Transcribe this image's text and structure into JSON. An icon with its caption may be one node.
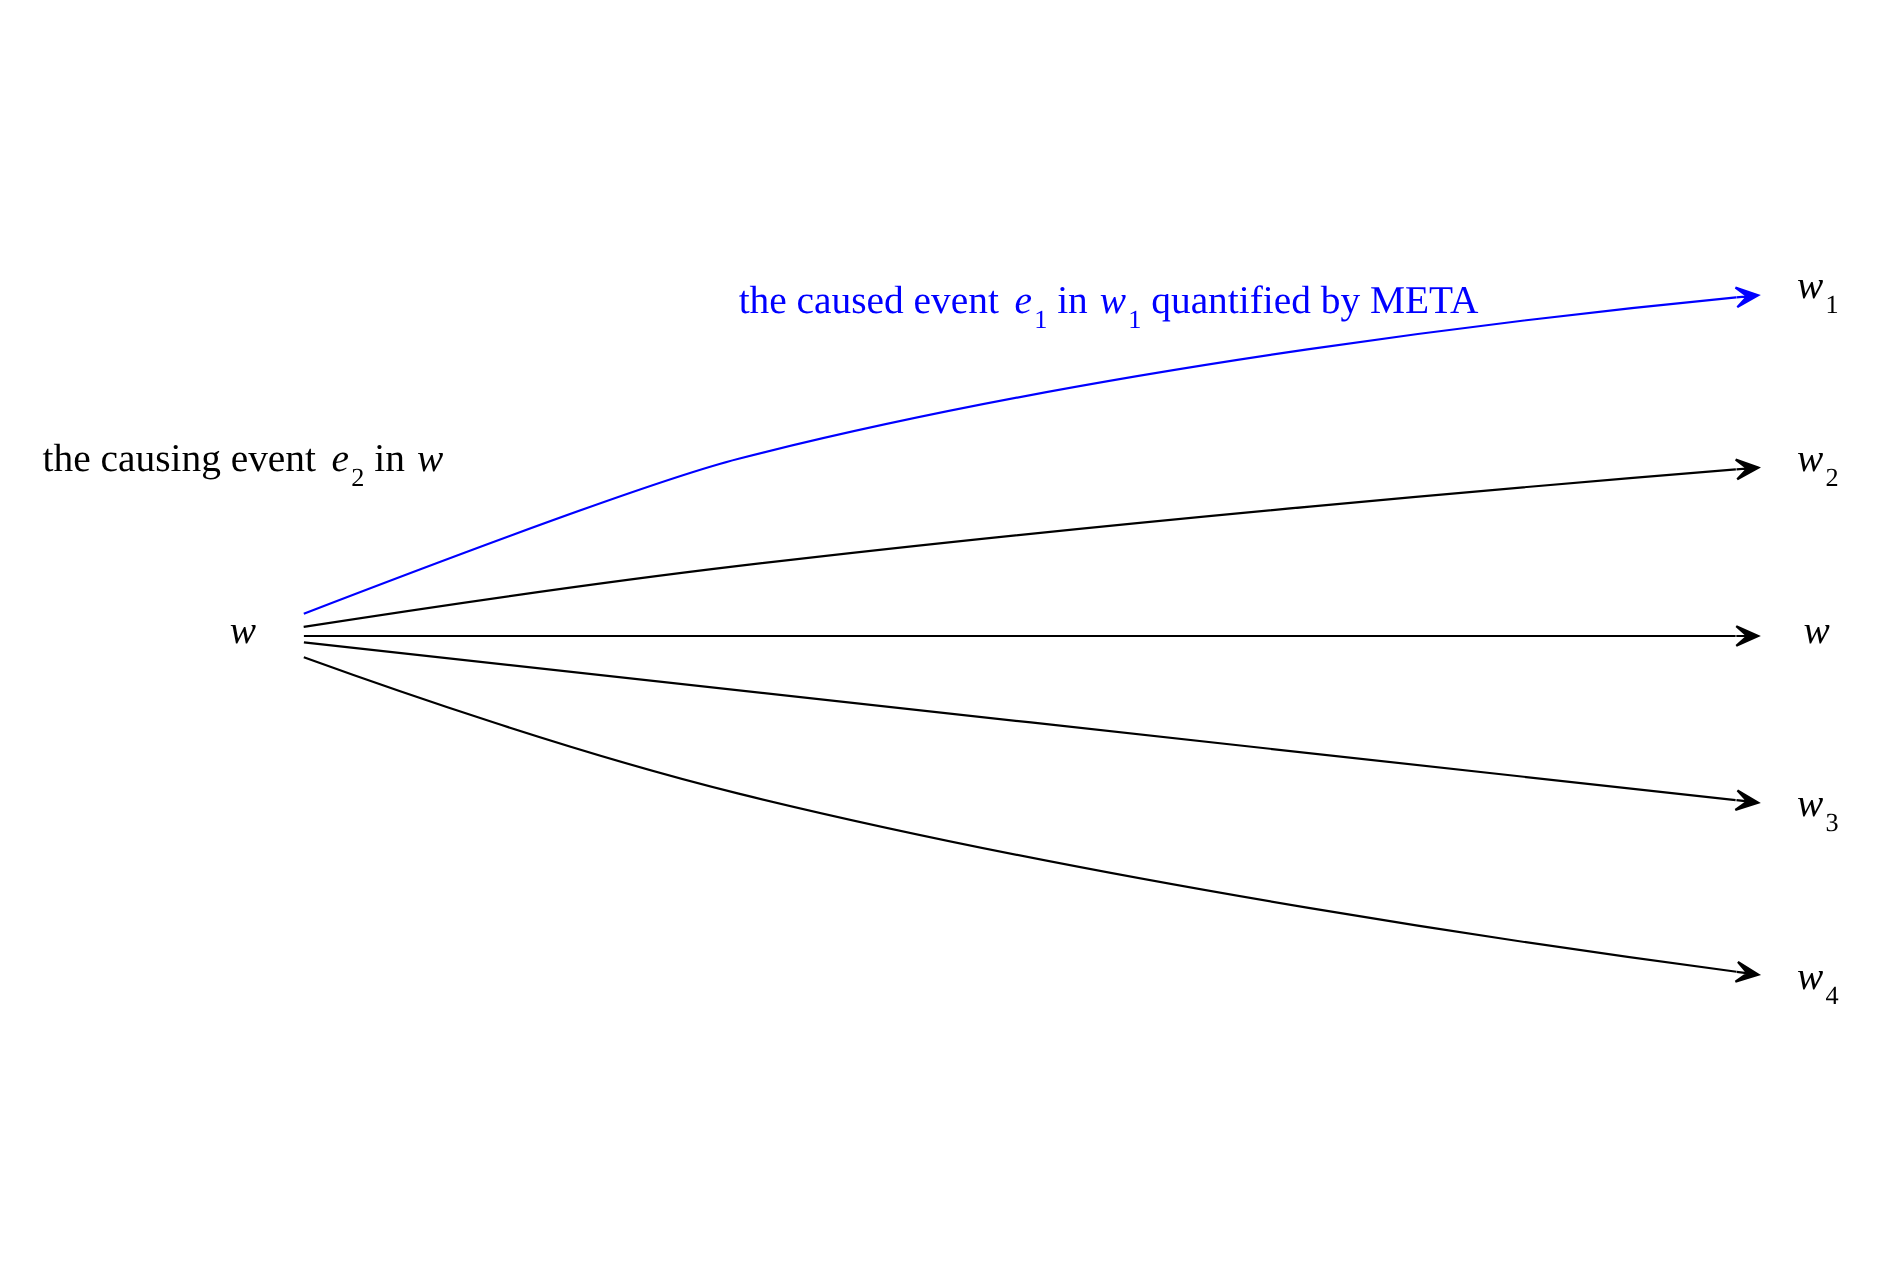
{
  "diagram": {
    "nodes": [
      {
        "text": [
          "*w*"
        ]
      },
      {
        "text": [
          "*w*$_{1}$"
        ]
      },
      {
        "text": [
          "*w*$_{2}$"
        ]
      },
      {
        "text": [
          "*w*"
        ]
      },
      {
        "text": [
          "*w*$_{3}$"
        ]
      },
      {
        "text": [
          "*w*$_{4}$"
        ]
      }
    ],
    "edges": [
      {
        "from": 0,
        "to": 1,
        "arrow": "to",
        "color": "#0000ff",
        "label": "the caused event *e*$_{1}$ in *w*$_{1}$ quantified by META"
      },
      {
        "from": 0,
        "to": 2,
        "arrow": "to"
      },
      {
        "from": 0,
        "to": 3,
        "arrow": "to"
      },
      {
        "from": 0,
        "to": 4,
        "arrow": "to"
      },
      {
        "from": 0,
        "to": 5,
        "arrow": "to"
      }
    ],
    "labels": [
      "the causing event *e*$_{2}$ in *w*"
    ]
  }
}
